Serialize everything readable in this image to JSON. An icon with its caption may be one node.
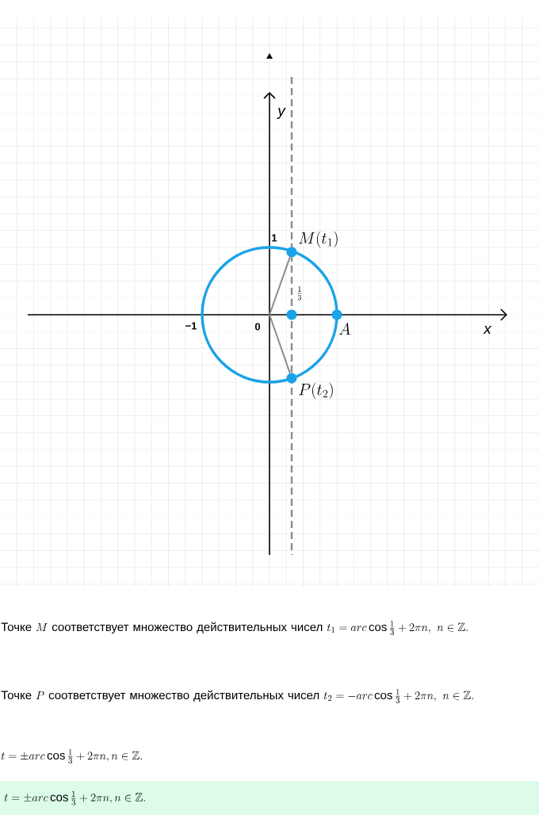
{
  "diagram": {
    "nodes": [
      {
        "text": [],
        "shape": "circle",
        "beside": [
          "M(t_1)"
        ]
      },
      {
        "text": [],
        "shape": "circle",
        "beside": [
          "P(t_2)"
        ]
      },
      {
        "text": [],
        "shape": "circle",
        "beside": [
          "A"
        ]
      },
      {
        "text": [],
        "shape": "circle",
        "beside": [
          "\\frac{1}{3}"
        ]
      },
      {
        "text": [
          "t = \\pm arc\\cos\\frac{1}{3} + 2\\pi n, n\\in\\mathbb{Z}."
        ]
      }
    ],
    "edges": [
      {
        "from": null,
        "to": 0,
        "arrow": "none"
      },
      {
        "from": null,
        "to": 1,
        "arrow": "none"
      }
    ],
    "labels": [
      "y",
      "x",
      "1",
      "−1",
      "0",
      "\\text{Точке } M \\text{ соответствует множество действительных чисел } t_1 = arc\\cos\\frac{1}{3} + 2\\pi n,\\ n\\in\\mathbb{Z}.",
      "\\text{Точке } P \\text{ соответствует множество действительных чисел } t_2 = -arc\\cos\\frac{1}{3} + 2\\pi n,\\ n\\in\\mathbb{Z}.",
      "t = \\pm arc\\cos\\frac{1}{3} + 2\\pi n, n\\in\\mathbb{Z}."
    ]
  }
}
